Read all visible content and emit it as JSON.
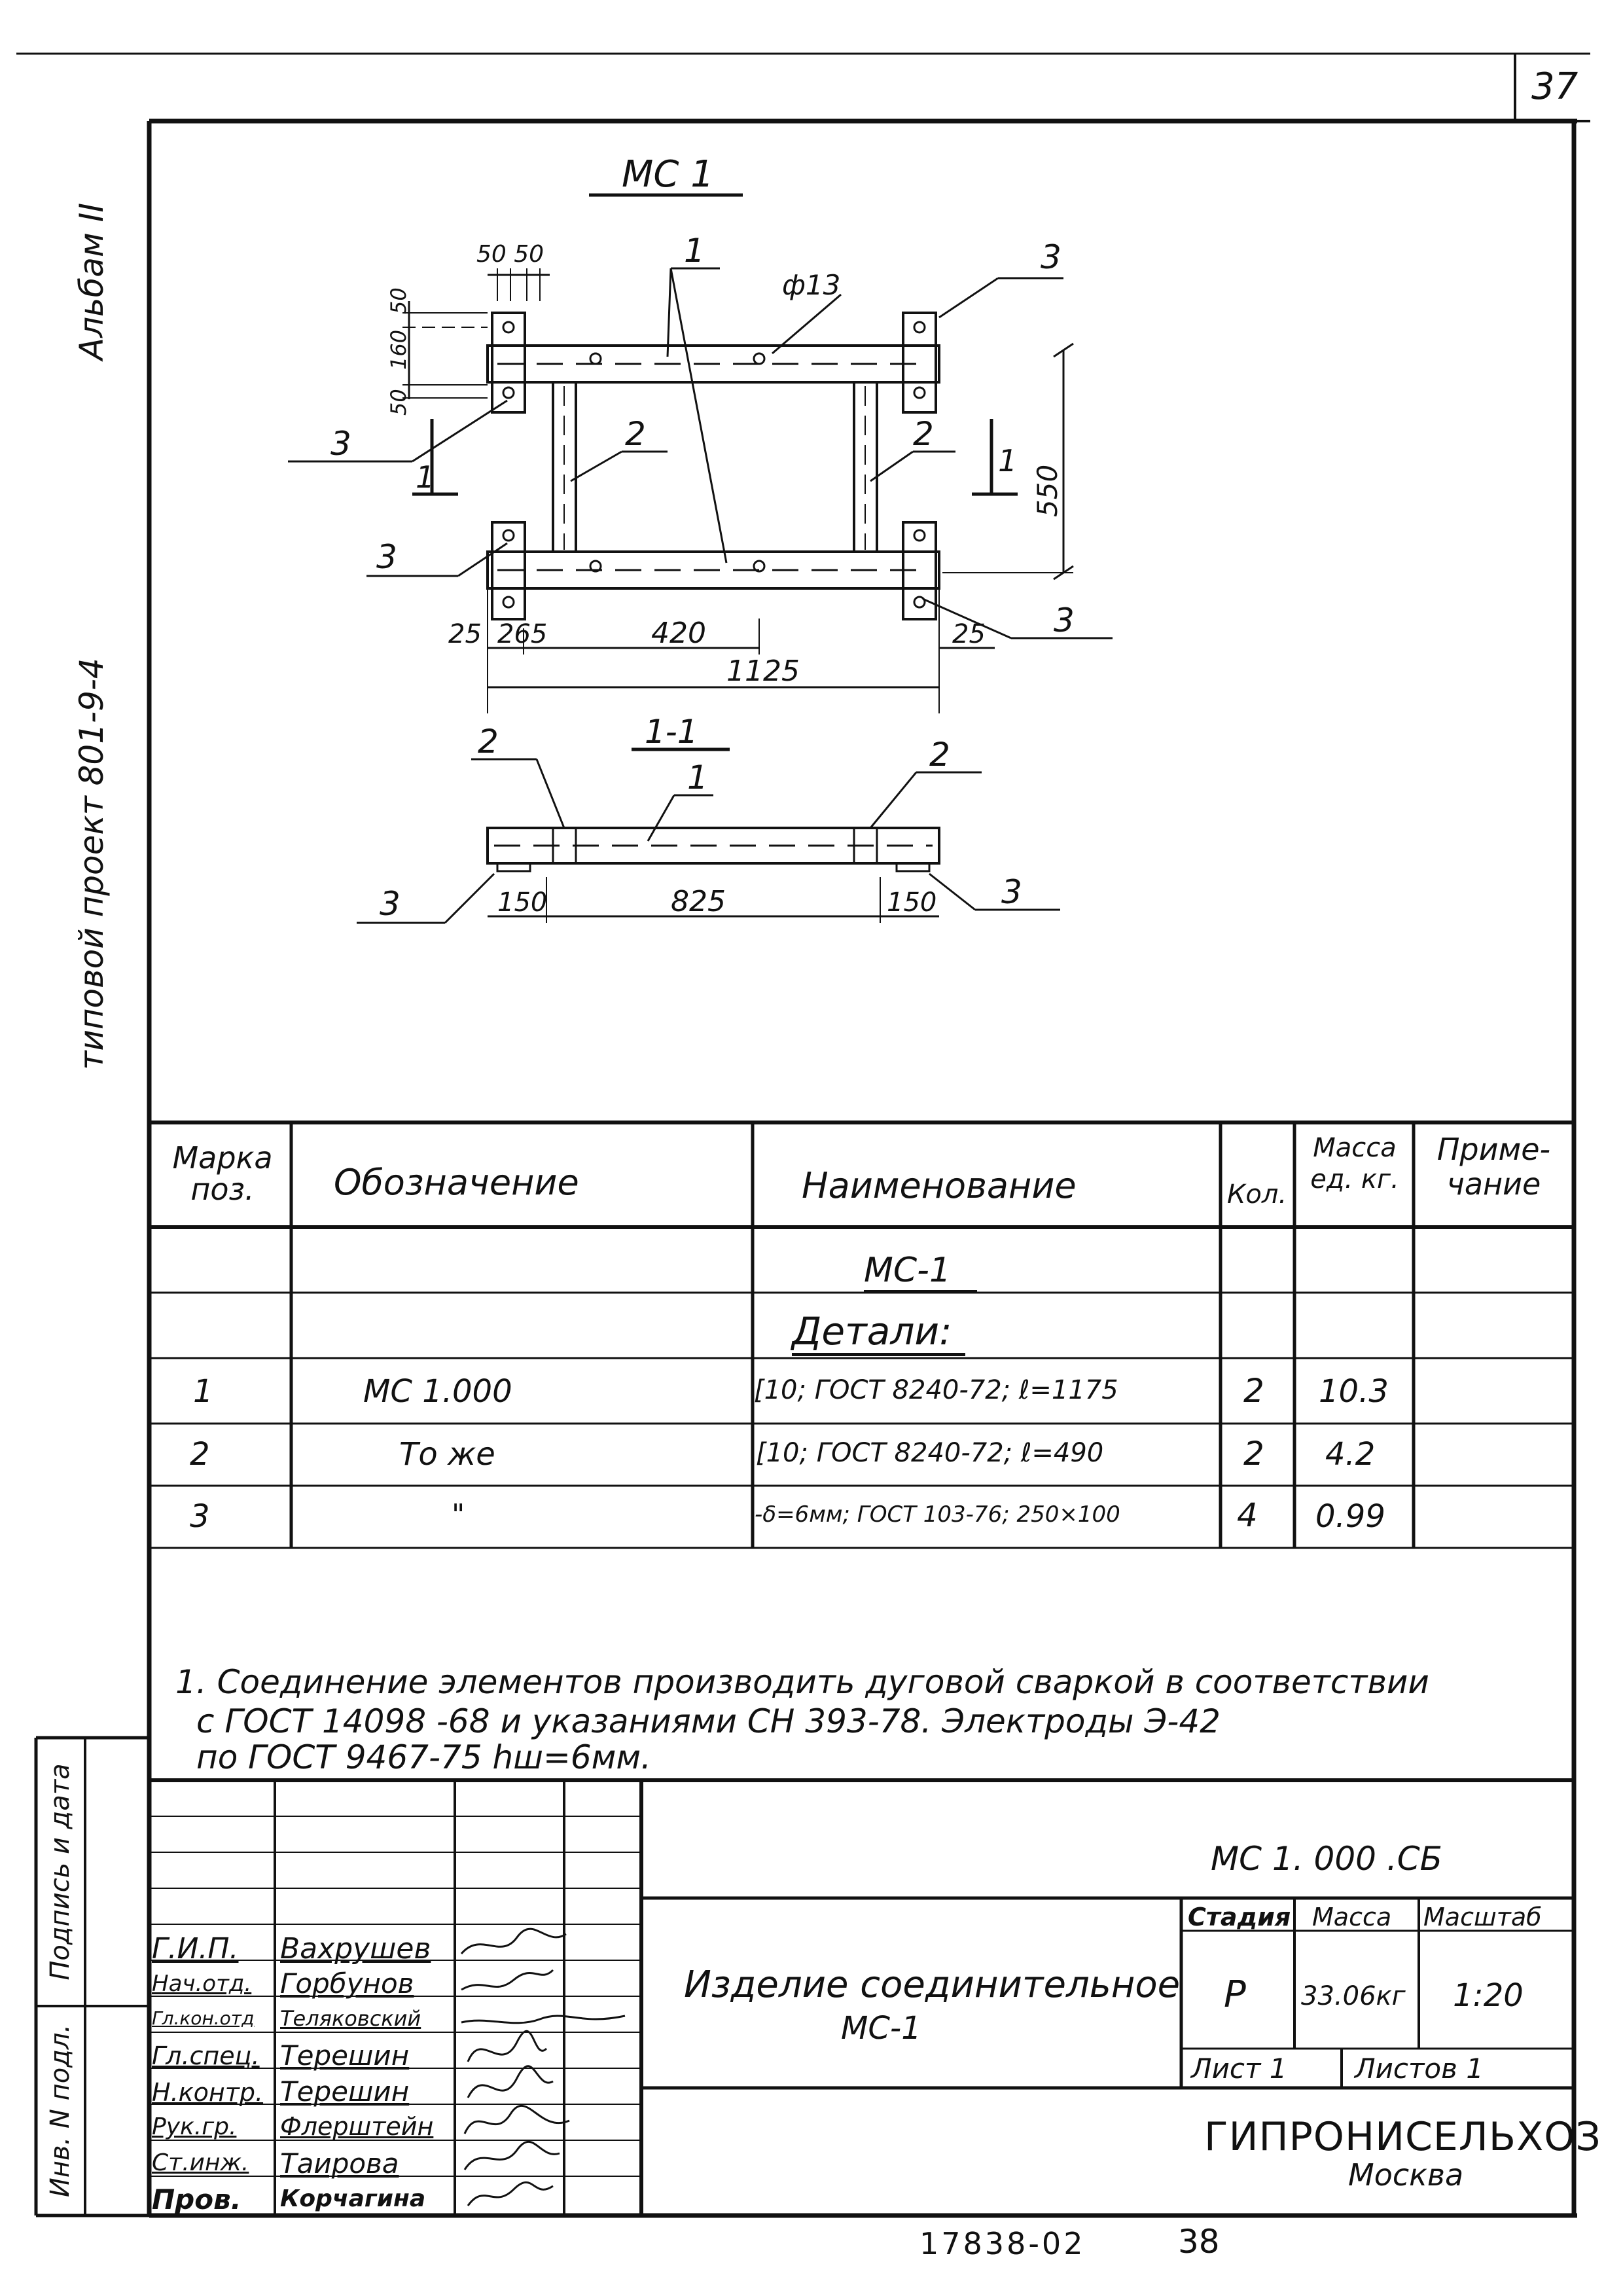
{
  "sheet": {
    "page_number": "37",
    "bottom_number": "17838-02",
    "bottom_page": "38"
  },
  "margin": {
    "album": "Альбам II",
    "project": "типовой  проект 801-9-4",
    "sign_date": "Подпись и дата",
    "inv_no": "Инв. N подл."
  },
  "drawing": {
    "title": "МС 1",
    "section_title": "1-1",
    "marks": {
      "pos1": "1",
      "pos2": "2",
      "pos3": "3",
      "hole": "ф13",
      "cut": "1"
    },
    "dims": {
      "d50_50": "50 50",
      "d50a": "50",
      "d160": "160",
      "d50b": "50",
      "d550": "550",
      "d25a": "25",
      "d265": "265",
      "d420": "420",
      "d25b": "25",
      "d1125": "1125",
      "d150a": "150",
      "d825": "825",
      "d150b": "150"
    }
  },
  "spec": {
    "headers": {
      "mark": "Марка поз.",
      "designation": "Обозначение",
      "name": "Наименование",
      "qty": "Кол.",
      "mass": "Масса ед. кг.",
      "note": "Приме- чание"
    },
    "group_title": "МС-1",
    "group_subtitle": "Детали:",
    "rows": [
      {
        "mark": "1",
        "designation": "МС 1.000",
        "name": "[10; ГОСТ 8240-72; ℓ=1175",
        "qty": "2",
        "mass": "10.3",
        "note": ""
      },
      {
        "mark": "2",
        "designation": "То же",
        "name": "[10; ГОСТ 8240-72; ℓ=490",
        "qty": "2",
        "mass": "4.2",
        "note": ""
      },
      {
        "mark": "3",
        "designation": "\"",
        "name": "-δ=6мм; ГОСТ 103-76; 250×100",
        "qty": "4",
        "mass": "0.99",
        "note": ""
      }
    ]
  },
  "notes": {
    "line1": "1. Соединение   элементов производить дуговой сваркой в соответствии",
    "line2": "с ГОСТ 14098 -68 и указаниями СН 393-78. Электроды Э-42",
    "line3": "по ГОСТ 9467-75    hш=6мм."
  },
  "stamp": {
    "code": "МС 1. 000 .СБ",
    "product_line1": "Изделие  соединительное",
    "product_line2": "МС-1",
    "stage_label": "Стадия",
    "mass_label": "Масса",
    "scale_label": "Масштаб",
    "stage": "Р",
    "mass": "33.06кг",
    "scale": "1:20",
    "sheet": "Лист 1",
    "sheets": "Листов 1",
    "org": "ГИПРОНИСЕЛЬХОЗ",
    "city": "Москва",
    "people": [
      {
        "role": "Г.И.П.",
        "name": "Вахрушев"
      },
      {
        "role": "Нач.отд.",
        "name": "Горбунов"
      },
      {
        "role": "Гл.кон.отд",
        "name": "Теляковский"
      },
      {
        "role": "Гл.спец.",
        "name": "Терешин"
      },
      {
        "role": "Н.контр.",
        "name": "Терешин"
      },
      {
        "role": "Рук.гр.",
        "name": "Флерштейн"
      },
      {
        "role": "Ст.инж.",
        "name": "Таирова"
      },
      {
        "role": "Пров.",
        "name": "Корчагина"
      }
    ]
  }
}
